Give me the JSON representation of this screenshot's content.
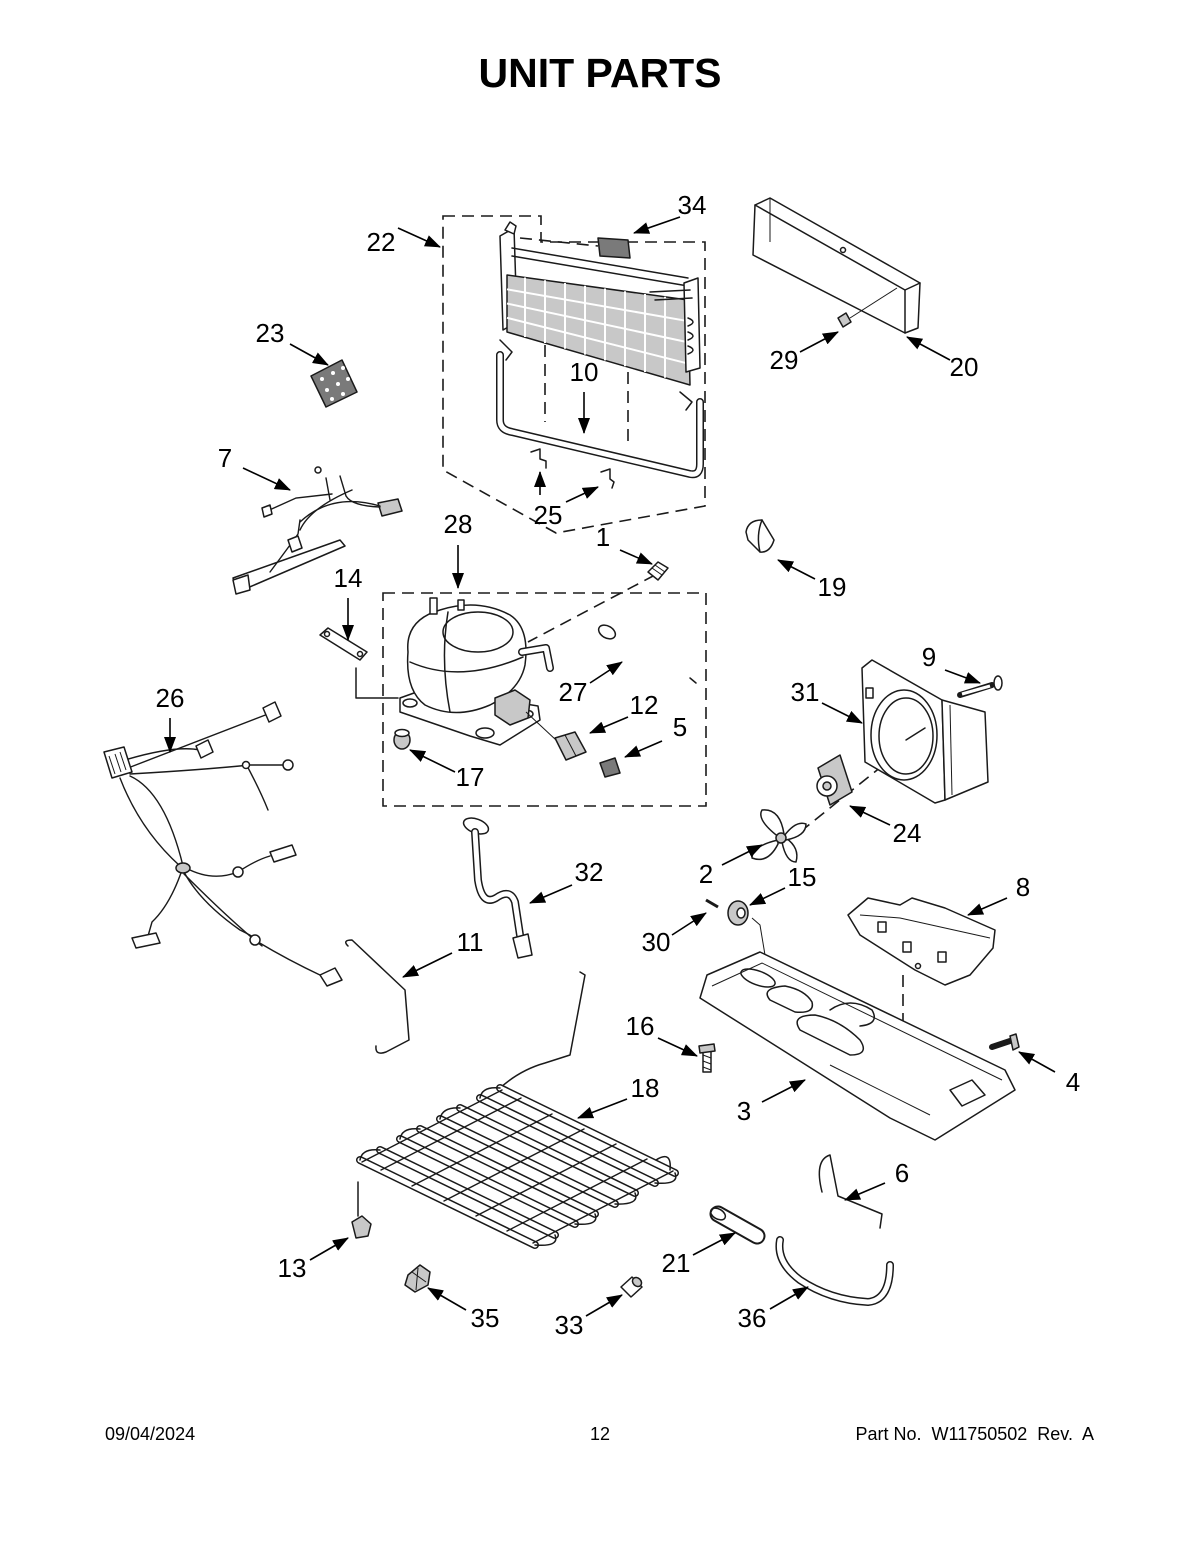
{
  "page": {
    "title": "UNIT PARTS"
  },
  "callouts": [
    "1",
    "2",
    "3",
    "4",
    "5",
    "6",
    "7",
    "8",
    "9",
    "10",
    "11",
    "12",
    "13",
    "14",
    "15",
    "16",
    "17",
    "18",
    "19",
    "20",
    "21",
    "22",
    "23",
    "24",
    "25",
    "26",
    "27",
    "28",
    "29",
    "30",
    "31",
    "32",
    "33",
    "34",
    "35",
    "36"
  ],
  "footer": {
    "date": "09/04/2024",
    "page_number": "12",
    "part_number": "Part No.  W11750502  Rev.  A"
  }
}
